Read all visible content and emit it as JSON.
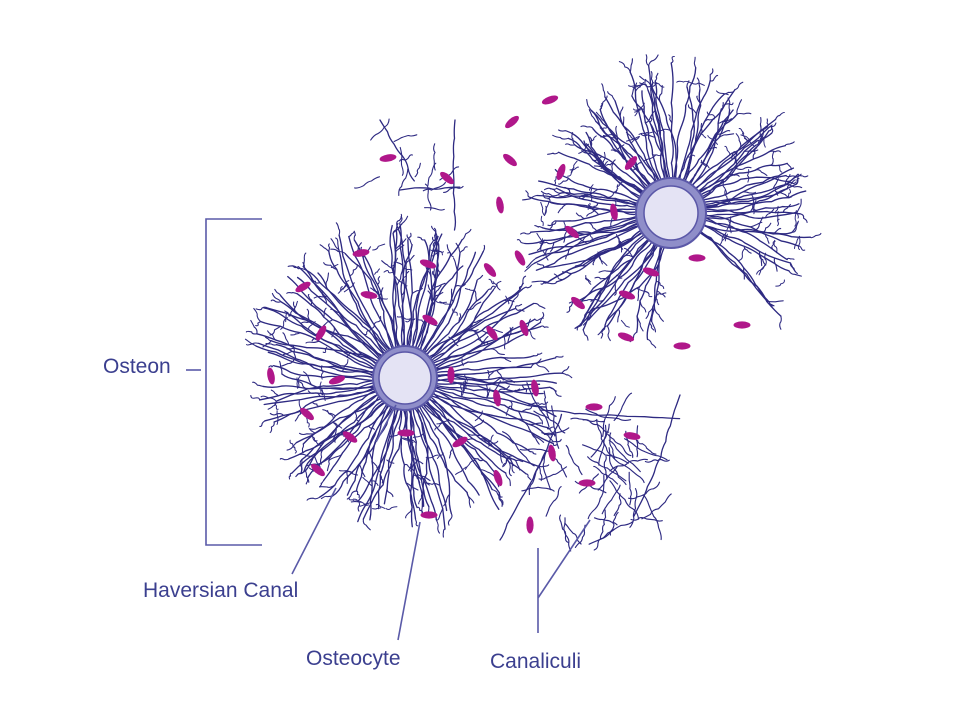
{
  "labels": {
    "osteon": "Osteon",
    "haversian_canal": "Haversian Canal",
    "osteocyte": "Osteocyte",
    "canaliculi": "Canaliculi"
  },
  "colors": {
    "line": "#2e2a82",
    "label_text": "#3b3f8f",
    "leader": "#5a5aa8",
    "osteocyte_fill": "#b0178a",
    "canal_fill": "#e4e3f4",
    "canal_ring": "#8f8ec9",
    "canal_ring_outline": "#5b58a8"
  }
}
